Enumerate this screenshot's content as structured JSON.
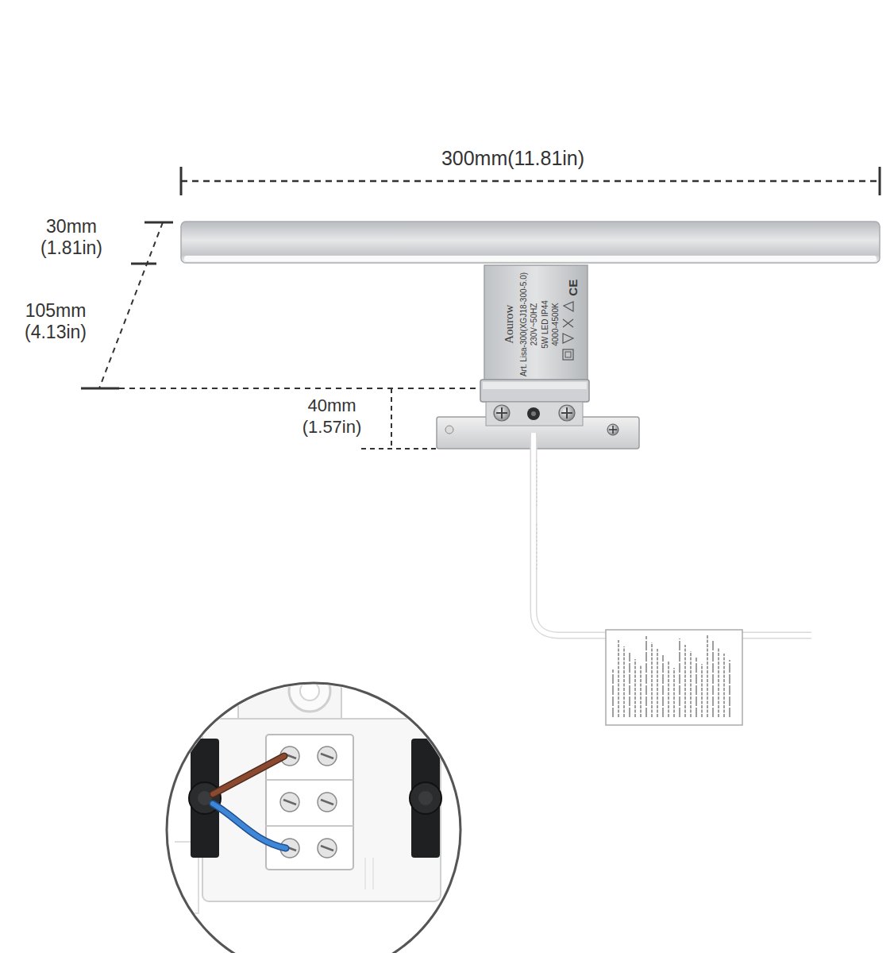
{
  "diagram": {
    "labels": [
      "300mm(11.81in)",
      "30mm",
      "(1.81in)",
      "105mm",
      "(4.13in)",
      "40mm",
      "(1.57in)",
      "Aourow",
      "Art. Lisa-300(XGJ18-300-5.0)",
      "230V~50HZ",
      "5W LED IP44",
      "4000-4500K",
      "CE"
    ]
  }
}
